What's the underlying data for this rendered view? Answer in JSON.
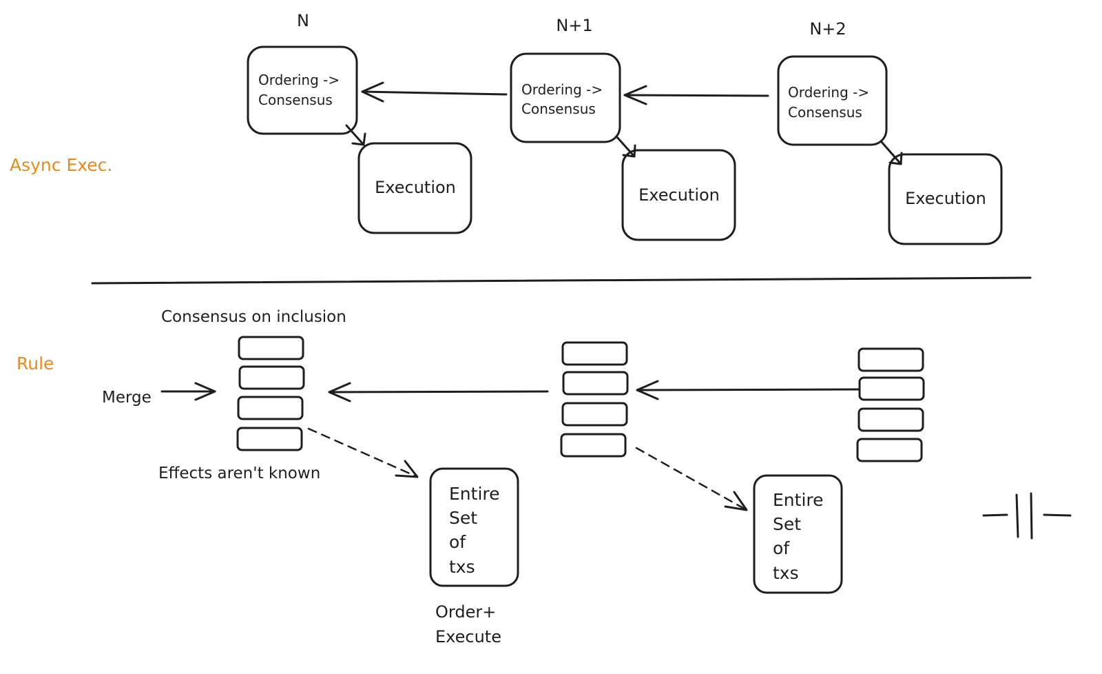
{
  "section_labels": {
    "async": "Async Exec.",
    "rule": "Rule"
  },
  "accent_color": "#e8891b",
  "async": {
    "columns": [
      {
        "label": "N",
        "ordering_line1": "Ordering ->",
        "ordering_line2": "Consensus",
        "execution": "Execution"
      },
      {
        "label": "N+1",
        "ordering_line1": "Ordering ->",
        "ordering_line2": "Consensus",
        "execution": "Execution"
      },
      {
        "label": "N+2",
        "ordering_line1": "Ordering ->",
        "ordering_line2": "Consensus",
        "execution": "Execution"
      }
    ]
  },
  "rule": {
    "consensus_label": "Consensus on inclusion",
    "merge_label": "Merge",
    "effects_label": "Effects aren't known",
    "tx_set_lines": [
      "Entire",
      "Set",
      "of",
      "txs"
    ],
    "order_execute_line1": "Order+",
    "order_execute_line2": "Execute"
  },
  "corner_symbol": "-||-"
}
